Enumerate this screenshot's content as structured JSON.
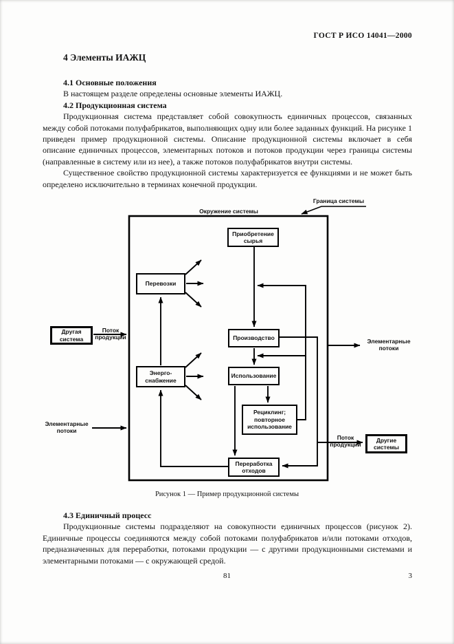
{
  "doc": {
    "header": "ГОСТ Р ИСО 14041—2000",
    "chapter_title": "4  Элементы ИАЖЦ",
    "s41_heading": "4.1  Основные положения",
    "s41_text": "В настоящем разделе определены основные элементы ИАЖЦ.",
    "s42_heading": "4.2  Продукционная система",
    "s42_p1": "Продукционная система представляет собой совокупность единичных процессов, связанных между собой потоками полуфабрикатов, выполняющих одну или более заданных функций. На рисунке 1 приведен пример продукционной системы. Описание продукционной системы включает в себя описание единичных процессов, элементарных потоков и потоков продукции через границы системы (направленные в систему или из нее), а также потоков полуфабрикатов внутри системы.",
    "s42_p2": "Существенное свойство продукционной системы характеризуется ее функциями и не может быть определено исключительно в терминах конечной продукции.",
    "figure_caption": "Рисунок 1 — Пример продукционной системы",
    "s43_heading": "4.3  Единичный процесс",
    "s43_p1": "Продукционные системы подразделяют на совокупности единичных процессов (рисунок 2). Единичные процессы соединяются между собой потоками полуфабрикатов и/или потоками отходов, предназначенных для переработки, потоками продукции — с другими продукционными системами и элементарными потоками — с окружающей средой.",
    "page_number_center": "81",
    "page_number_right": "3"
  },
  "diagram": {
    "environment_label": "Окружение системы",
    "boundary_label": "Граница системы",
    "boxes": {
      "raw_material": "Приобретение сырья",
      "transport": "Перевозки",
      "energy": "Энерго-снабжение",
      "production": "Производство",
      "use": "Использование",
      "recycling": "Рециклинг; повторное использование",
      "waste": "Переработка отходов",
      "other_system": "Другая система",
      "other_systems": "Другие системы"
    },
    "labels": {
      "product_flow_in": "Поток продукции",
      "elementary_flows_in": "Элементарные потоки",
      "elementary_flows_out": "Элементарные потоки",
      "product_flow_out": "Поток продукции"
    }
  }
}
